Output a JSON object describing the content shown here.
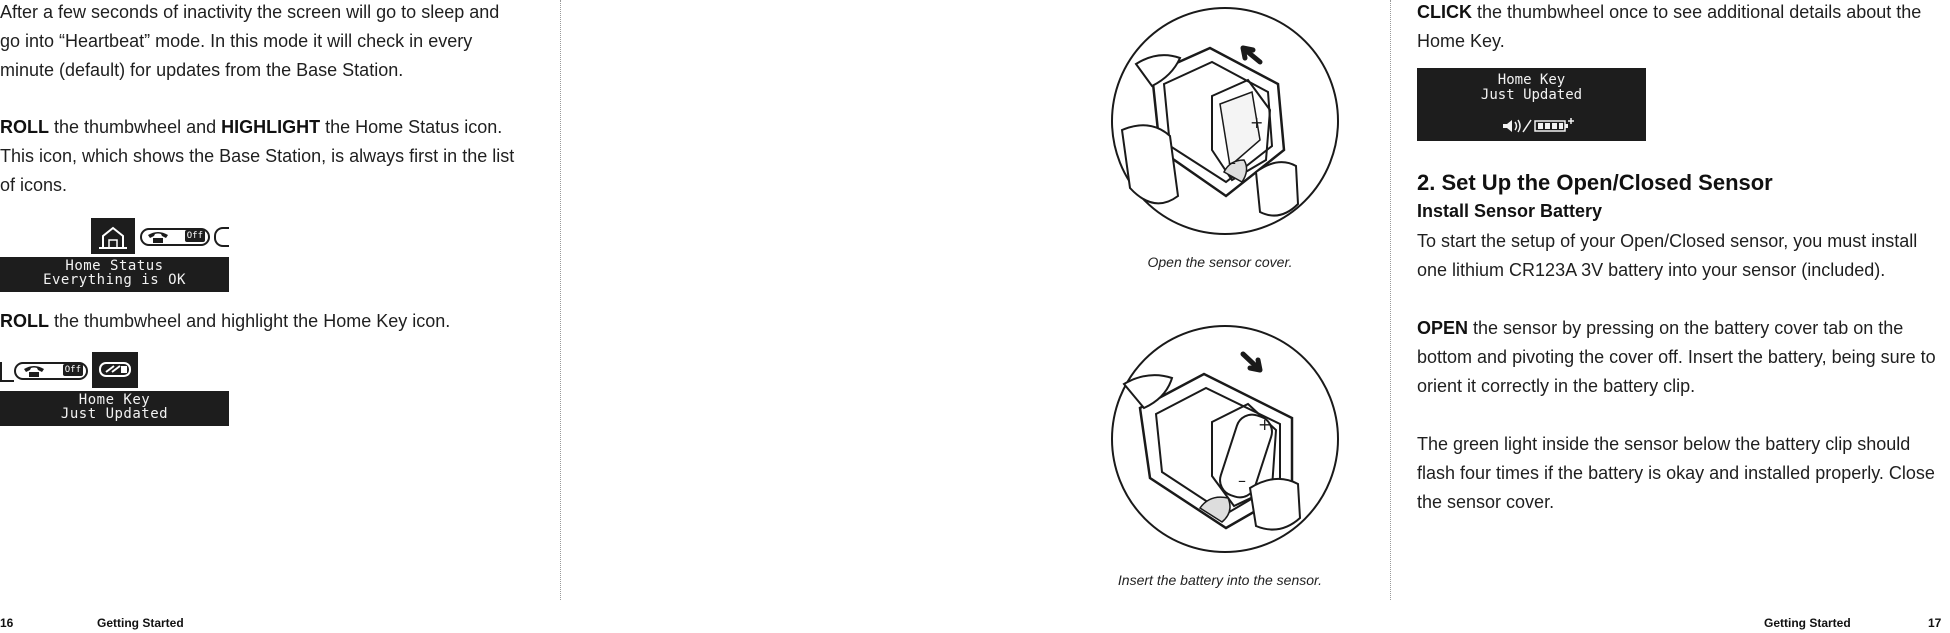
{
  "left_page": {
    "para1": "After a few seconds of inactivity the screen will go to sleep and go into “Heartbeat” mode. In this mode it will check in every minute (default) for updates from the Base Station.",
    "para2_bold1": "ROLL",
    "para2_mid": " the thumbwheel and ",
    "para2_bold2": "HIGHLIGHT",
    "para2_rest": " the Home Status icon. This icon, which shows the Base Station, is always first in the list of icons.",
    "lcd1": {
      "pill_text": "Off",
      "line1": "Home Status",
      "line2": "Everything is OK"
    },
    "para3_bold": "ROLL",
    "para3_rest": " the thumbwheel and highlight the Home Key icon.",
    "lcd2": {
      "pill_text": "Off",
      "line1": "Home Key",
      "line2": "Just Updated"
    },
    "footer_page": "16",
    "footer_section": "Getting Started"
  },
  "middle": {
    "caption1": "Open the sensor cover.",
    "caption2": "Insert the battery into the sensor.",
    "plus_sign": "+",
    "minus_sign": "–"
  },
  "right_page": {
    "para1_bold": "CLICK",
    "para1_rest": " the thumbwheel once to see additional details about the Home Key.",
    "lcd3": {
      "line1": "Home Key",
      "line2": "Just Updated"
    },
    "heading": "2. Set Up the Open/Closed Sensor",
    "subheading": "Install Sensor Battery",
    "para2": "To start the setup of your Open/Closed sensor, you must install one lithium CR123A 3V battery into your sensor (included).",
    "para3_bold": "OPEN",
    "para3_rest": " the sensor by pressing on the battery cover tab on the bottom and pivoting the cover off. Insert the battery, being sure to orient it correctly in the battery clip.",
    "para4": "The green light inside the sensor below the battery clip should flash four times if the battery is okay and installed properly. Close the sensor cover.",
    "footer_section": "Getting Started",
    "footer_page": "17"
  },
  "colors": {
    "lcd_dark": "#1d1d1d",
    "text": "#1f1f1f",
    "divider": "#9a9a9a"
  }
}
